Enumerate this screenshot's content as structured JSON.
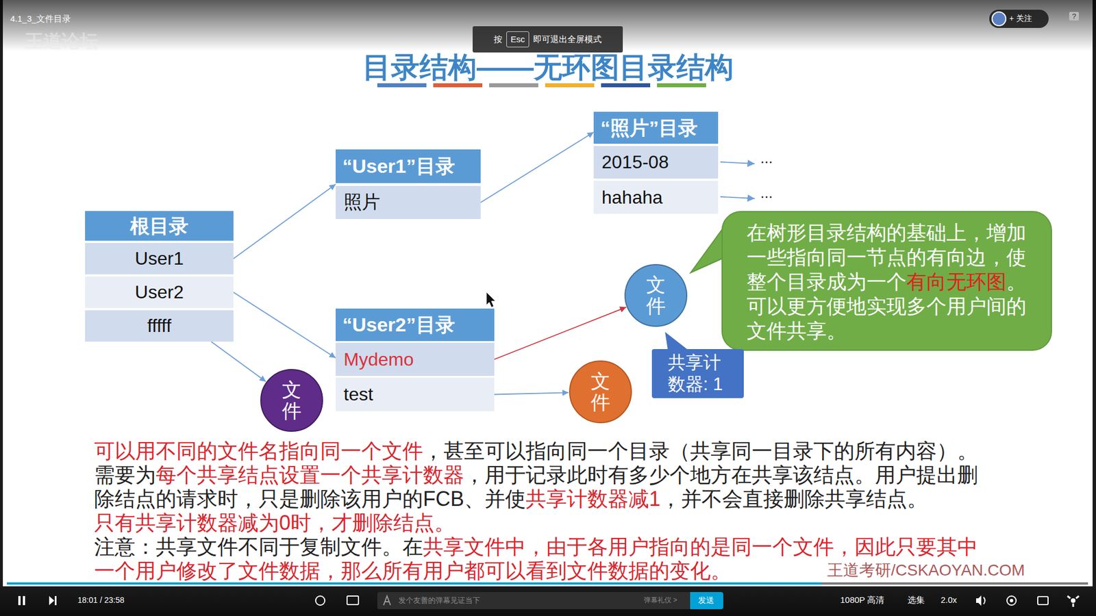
{
  "diagram": {
    "title": "目录结构——无环图目录结构",
    "nodes": [
      {
        "text": [
          "根目录"
        ]
      },
      {
        "text": [
          "User1"
        ],
        "in": 0
      },
      {
        "text": [
          "User2"
        ],
        "in": 0
      },
      {
        "text": [
          "fffff"
        ],
        "in": 0
      },
      {
        "text": [
          "“User1”目录"
        ]
      },
      {
        "text": [
          "照片"
        ],
        "in": 4
      },
      {
        "text": [
          "“照片”目录"
        ]
      },
      {
        "text": [
          "2015-08"
        ],
        "in": 6
      },
      {
        "text": [
          "hahaha"
        ],
        "in": 6
      },
      {
        "text": [
          "“User2”目录"
        ]
      },
      {
        "text": [
          "Mydemo"
        ],
        "in": 9
      },
      {
        "text": [
          "test"
        ],
        "in": 9
      },
      {
        "text": [
          "文件"
        ]
      },
      {
        "text": [
          "文件"
        ]
      },
      {
        "text": [
          "文件"
        ]
      },
      {
        "text": [
          "在树形目录结构的基础上，增加一些指向同一节点的有向边，使整个目录成为一个",
          "有向无环图",
          "。可以更方便地实现多个用户间的文件共享。"
        ]
      },
      {
        "text": [
          "共享计数器: 1"
        ]
      }
    ],
    "edges": [
      {
        "from": 1,
        "to": 4,
        "arrow": "to"
      },
      {
        "from": 5,
        "to": 6,
        "arrow": "to"
      },
      {
        "from": 2,
        "to": 9,
        "arrow": "to"
      },
      {
        "from": 3,
        "to": 14,
        "arrow": "to"
      },
      {
        "from": 10,
        "to": 12,
        "arrow": "to"
      },
      {
        "from": 11,
        "to": 13,
        "arrow": "to"
      }
    ],
    "labels": [
      "4.1_3_文件目录",
      "王道论坛",
      "按",
      "Esc",
      "即可退出全屏模式",
      "+ 关注",
      "?",
      "...",
      "...",
      "可以用不同的文件名指向同一个文件",
      "，甚至可以指向同一个目录（共享同一目录下的所有内容）。",
      "需要为",
      "每个共享结点设置一个共享计数器",
      "，用于记录此时有多少个地方在共享该结点。用户提出删除结点的请求时，只是删除该用户的FCB、并使",
      "共享计数器减1",
      "，并不会直接删除共享结点。",
      "只有共享计数器减为0时，才删除结点。",
      "注意：共享文件不同于复制文件。在",
      "共享文件中，由于各用户指向的是同一个文件，因此只要其中一个用户修改了文件数据，那么所有用户都可以看到文件数据的变化。",
      "18:01 / 23:58",
      "发个友善的弹幕见证当下",
      "弹幕礼仪 >",
      "发送",
      "1080P 高清",
      "选集",
      "2.0x",
      "王道考研/CSKAOYAN.COM"
    ]
  }
}
